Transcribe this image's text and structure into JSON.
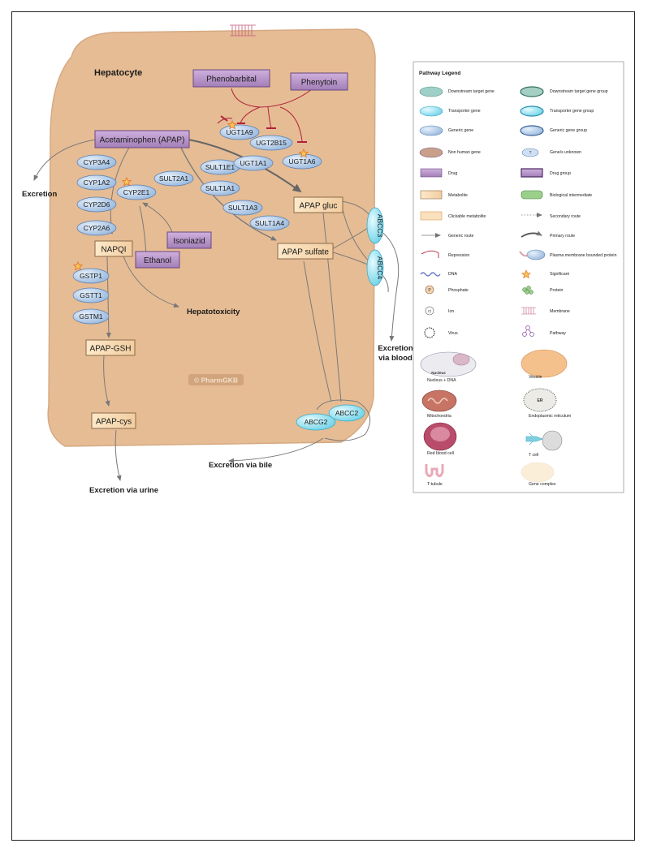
{
  "cell_label": "Hepatocyte",
  "watermark": "© PharmGKB",
  "drugs": {
    "phenobarbital": "Phenobarbital",
    "phenytoin": "Phenytoin",
    "isoniazid": "Isoniazid",
    "ethanol": "Ethanol"
  },
  "metabolites": {
    "apap": "Acetaminophen (APAP)",
    "napqi": "NAPQI",
    "apap_gluc": "APAP gluc",
    "apap_sulfate": "APAP sulfate",
    "apap_gsh": "APAP-GSH",
    "apap_cys": "APAP-cys"
  },
  "genes": {
    "cyp3a4": "CYP3A4",
    "cyp1a2": "CYP1A2",
    "cyp2d6": "CYP2D6",
    "cyp2a6": "CYP2A6",
    "cyp2e1": "CYP2E1",
    "sult2a1": "SULT2A1",
    "sult1e1": "SULT1E1",
    "sult1a1": "SULT1A1",
    "sult1a3": "SULT1A3",
    "sult1a4": "SULT1A4",
    "ugt1a9": "UGT1A9",
    "ugt2b15": "UGT2B15",
    "ugt1a1": "UGT1A1",
    "ugt1a6": "UGT1A6",
    "gstp1": "GSTP1",
    "gstt1": "GSTT1",
    "gstm1": "GSTM1"
  },
  "transporters": {
    "abcc3": "ABCC3",
    "abcc4": "ABCC4",
    "abcg2": "ABCG2",
    "abcc2": "ABCC2"
  },
  "outcomes": {
    "excretion": "Excretion",
    "hepatotoxicity": "Hepatotoxicity",
    "excretion_blood_1": "Excretion",
    "excretion_blood_2": "via blood",
    "excretion_bile": "Excretion via bile",
    "excretion_urine": "Excretion via urine"
  },
  "legend": {
    "title": "Pathway Legend",
    "items": [
      "Downstream target gene",
      "Downstream target gene group",
      "Transporter gene",
      "Transporter gene group",
      "Generic gene",
      "Generic gene group",
      "Non human gene",
      "Gene/s unknown",
      "Drug",
      "Drug group",
      "Metabolite",
      "Biological intermediate",
      "Clickable metabolite",
      "Secondary route",
      "Generic route",
      "Primary route",
      "Repression",
      "Plasma membrane bounded protein",
      "DNA",
      "Significant",
      "Phosphate",
      "Protein",
      "Ion",
      "Membrane",
      "Virus",
      "Pathway",
      "Nucleus + DNA",
      "Vesicle",
      "Mitochondria",
      "Endoplasmic reticulum",
      "Red blood cell",
      "T cell",
      "T-tubule",
      "Gene complex"
    ],
    "glyphs": {
      "unknown": "?",
      "phosphate": "P",
      "ion": "Cl",
      "nucleus": "Nucleus",
      "er": "ER"
    }
  },
  "colors": {
    "cell": "#e6bc94",
    "cell_stroke": "#c79a72",
    "drug": "#b48fc6",
    "drug_stroke": "#6b4880",
    "generic_gene": "#b9d3ee",
    "transporter": "#9ee3f0",
    "metabolite": "#f7dcb4",
    "repression": "#b2203a",
    "arrow": "#7a7a7a",
    "star": "#f29b2a"
  }
}
